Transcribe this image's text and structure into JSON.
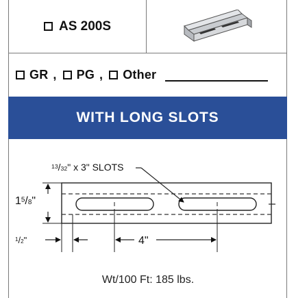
{
  "header": {
    "model_label": "AS 200S",
    "model_icon": "checkbox-icon",
    "product_image": "channel-strut-icon"
  },
  "options": {
    "items": [
      {
        "label": "GR"
      },
      {
        "label": "PG"
      },
      {
        "label": "Other"
      }
    ]
  },
  "banner": {
    "title": "WITH LONG SLOTS",
    "color": "#2a4f98"
  },
  "drawing": {
    "slot_size": {
      "num": "13",
      "den": "32",
      "rest": "\" x 3\" SLOTS"
    },
    "height": {
      "whole": "1",
      "num": "5",
      "den": "8",
      "unit": "\""
    },
    "edge": {
      "num": "1",
      "den": "2",
      "unit": "\""
    },
    "spacing": "4\""
  },
  "weight": "Wt/100 Ft: 185 lbs."
}
